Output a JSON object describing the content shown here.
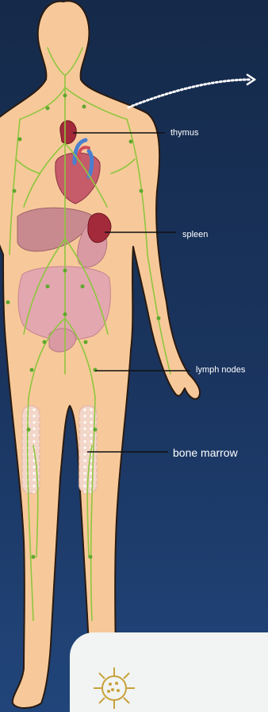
{
  "labels": {
    "thymus": "thymus",
    "spleen": "spleen",
    "lymph_nodes": "lymph nodes",
    "bone_marrow": "bone marrow"
  },
  "colors": {
    "background_top": "#152a4a",
    "background_bottom": "#21457a",
    "skin": "#f7c99a",
    "skin_outline": "#2a1a10",
    "lymph_vessel": "#8fc63f",
    "lymph_node": "#5fa82e",
    "organ_red": "#a32a3a",
    "organ_pink": "#d99aa3",
    "heart_blue": "#4a7fd0",
    "card": "#f1f4f3",
    "virus_icon": "#c8a23a"
  },
  "icons": {
    "pathogen": "virus-icon",
    "pointer": "dotted-arrow-icon"
  }
}
